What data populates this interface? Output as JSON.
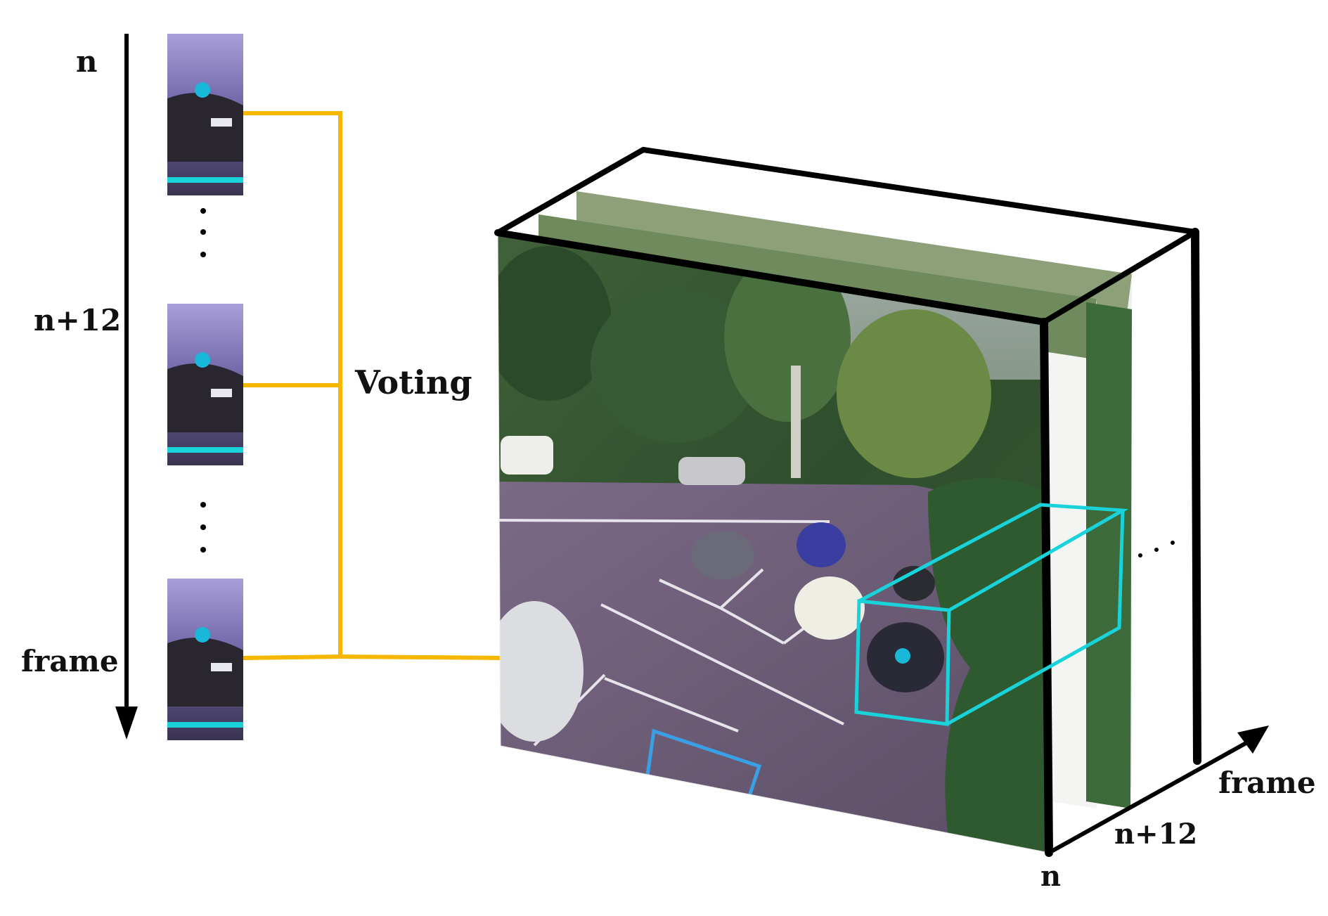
{
  "left_axis": {
    "top_label": "n",
    "middle_label": "n+12",
    "axis_label": "frame"
  },
  "voting": {
    "label": "Voting"
  },
  "cube_axes": {
    "origin_label": "n",
    "depth_label": "n+12",
    "axis_label": "frame"
  },
  "colors": {
    "voting_line": "#F5B700",
    "tracking_box": "#19D3DA",
    "axis": "#000000",
    "car_marker": "#19B8D8"
  },
  "icons": {
    "ellipsis_upper": "vertical-ellipsis",
    "ellipsis_lower": "vertical-ellipsis",
    "ellipsis_depth": "diagonal-ellipsis"
  }
}
